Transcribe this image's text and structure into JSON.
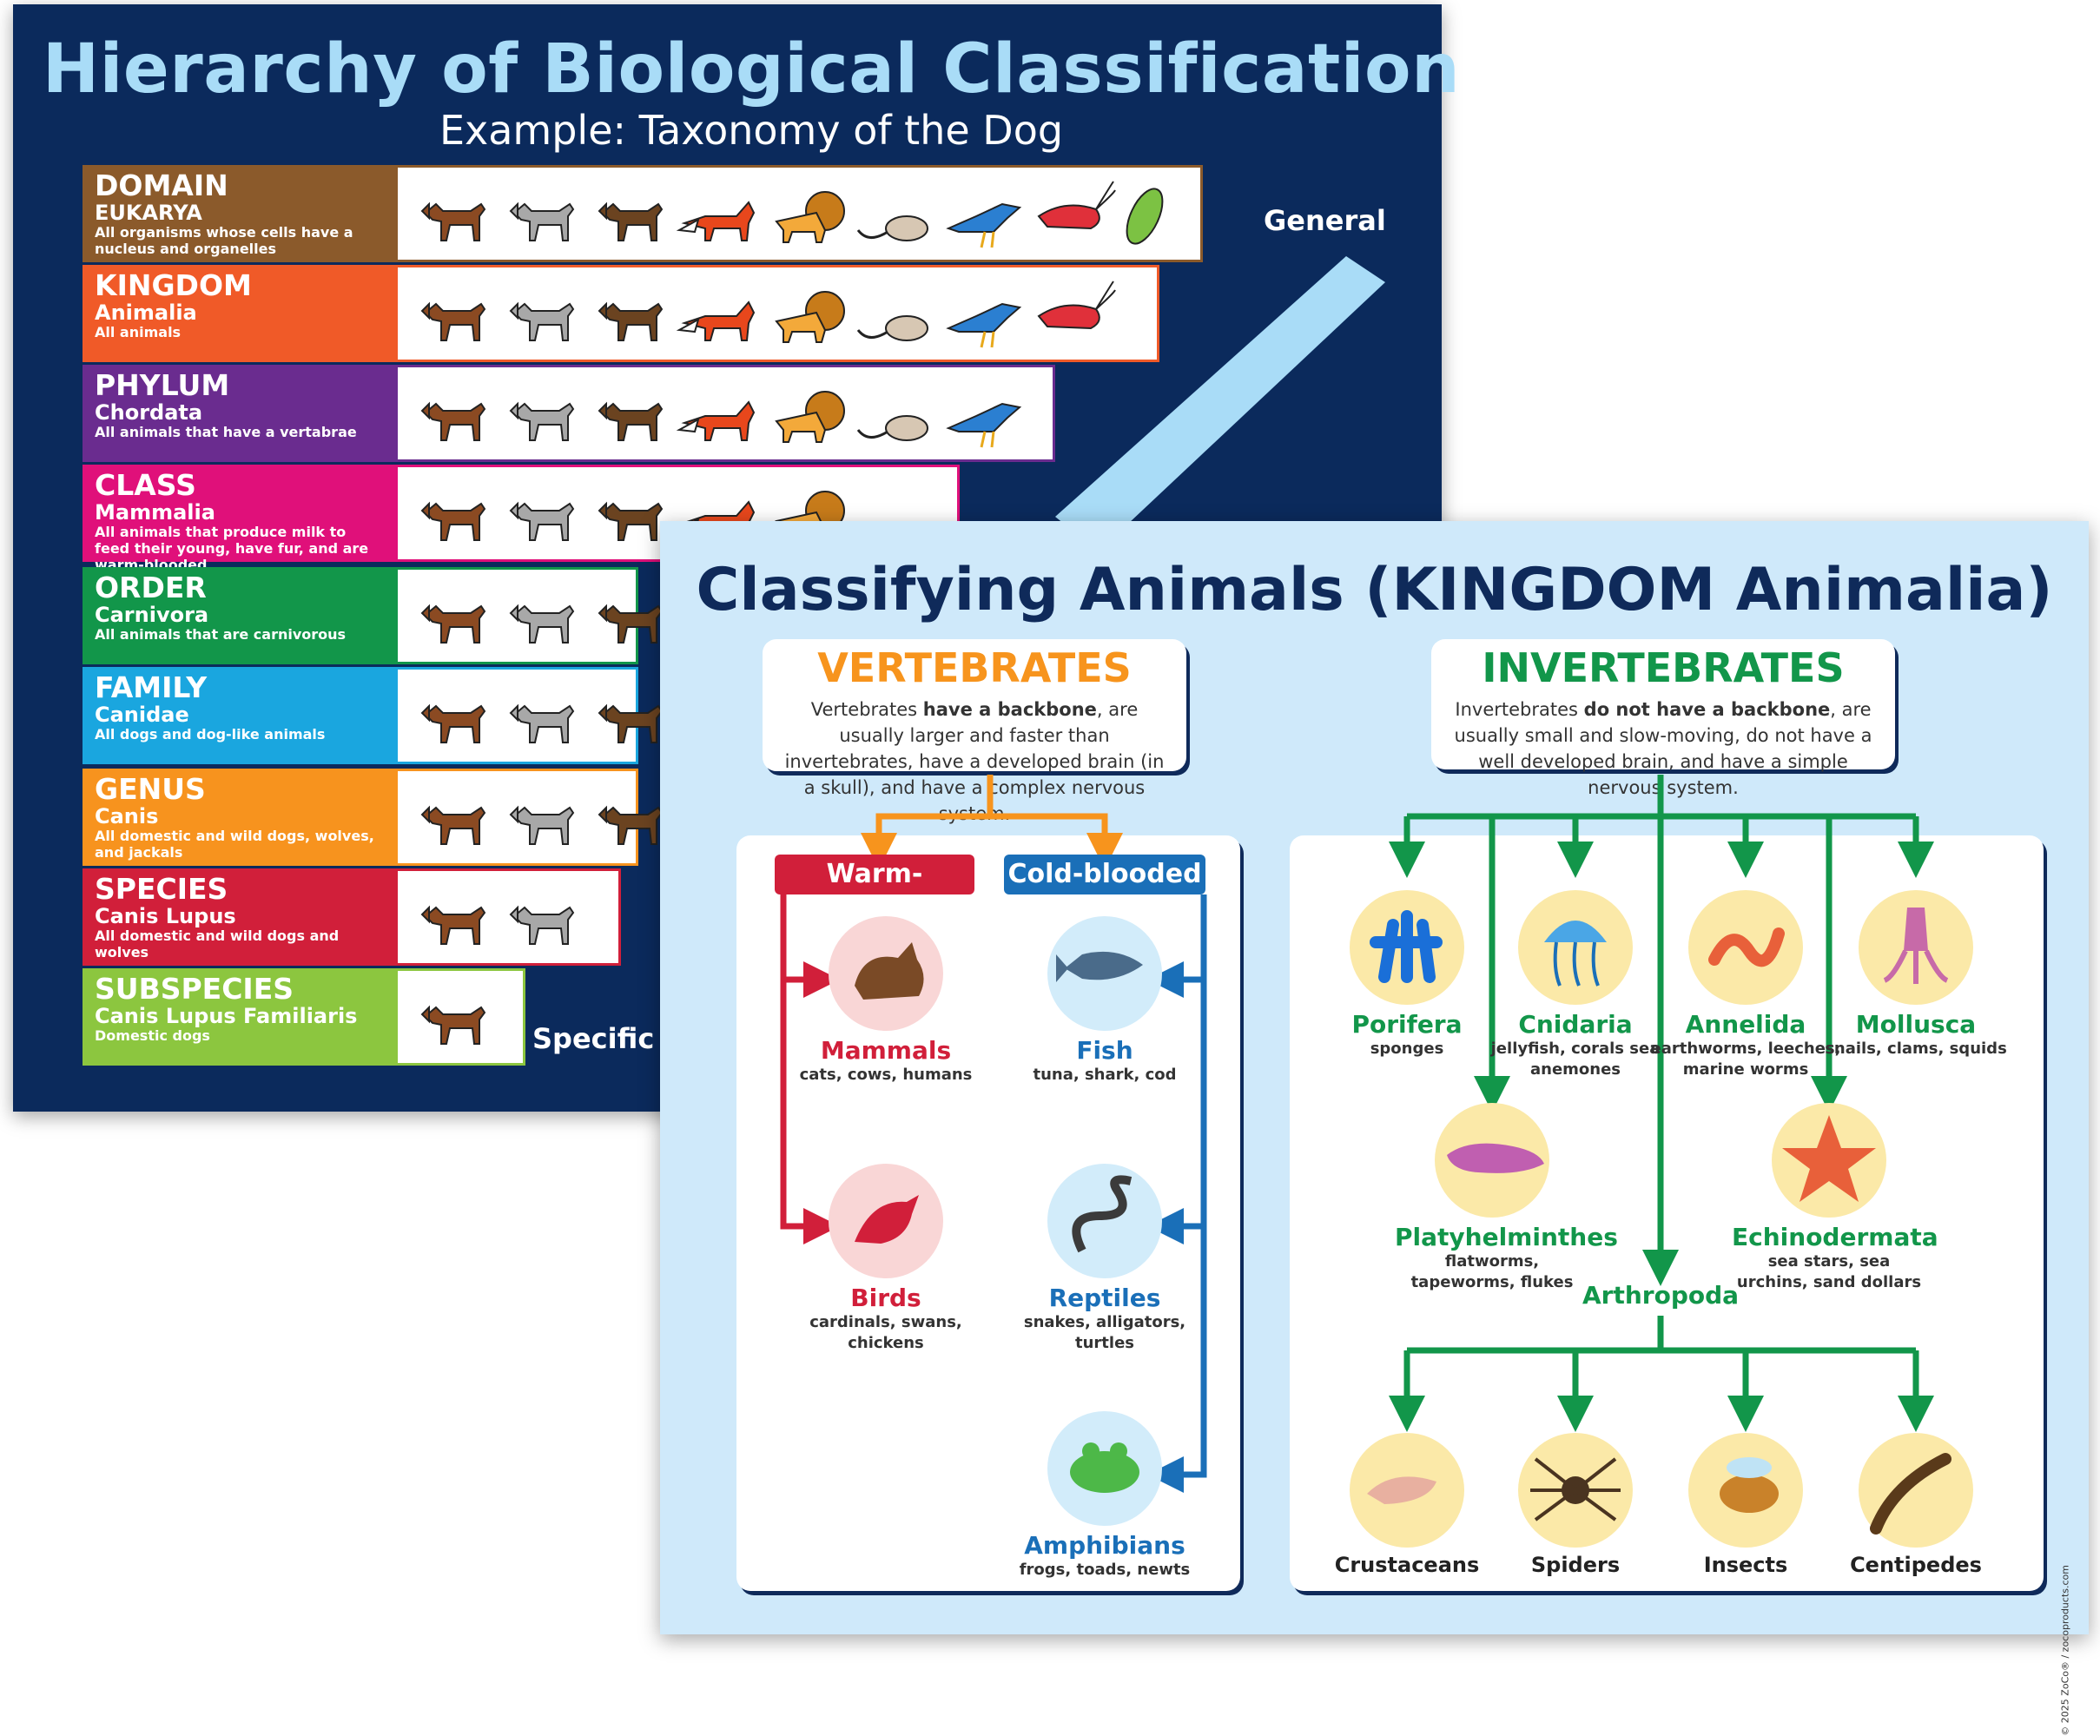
{
  "poster1": {
    "title": "Hierarchy of Biological Classification",
    "subtitle": "Example: Taxonomy of the Dog",
    "general_label": "General",
    "specific_label": "Specific",
    "ranks": [
      {
        "name": "DOMAIN",
        "taxon": "EUKARYA",
        "desc": "All organisms whose cells have a nucleus and organelles",
        "color": "#8b5a2b"
      },
      {
        "name": "KINGDOM",
        "taxon": "Animalia",
        "desc": "All animals",
        "color": "#f05a28"
      },
      {
        "name": "PHYLUM",
        "taxon": "Chordata",
        "desc": "All animals that have a vertabrae",
        "color": "#6a2c8f"
      },
      {
        "name": "CLASS",
        "taxon": "Mammalia",
        "desc": "All animals that produce milk to feed their young, have fur, and are warm-blooded",
        "color": "#e0107a"
      },
      {
        "name": "ORDER",
        "taxon": "Carnivora",
        "desc": "All animals that are carnivorous",
        "color": "#12964a"
      },
      {
        "name": "FAMILY",
        "taxon": "Canidae",
        "desc": "All dogs and dog-like animals",
        "color": "#1aa6df"
      },
      {
        "name": "GENUS",
        "taxon": "Canis",
        "desc": "All domestic and wild dogs, wolves, and jackals",
        "color": "#f7931e"
      },
      {
        "name": "SPECIES",
        "taxon": "Canis Lupus",
        "desc": "All domestic and wild dogs and wolves",
        "color": "#d11f3a"
      },
      {
        "name": "SUBSPECIES",
        "taxon": "Canis Lupus Familiaris",
        "desc": "Domestic dogs",
        "color": "#8cc63f"
      }
    ]
  },
  "poster2": {
    "title": "Classifying Animals (KINGDOM Animalia)",
    "vertebrates": {
      "title": "VERTEBRATES",
      "desc_pre": "Vertebrates ",
      "desc_bold": "have a backbone",
      "desc_post": ", are usually larger and faster than invertebrates, have a developed brain (in a skull), and have a complex nervous system."
    },
    "invertebrates": {
      "title": "INVERTEBRATES",
      "desc_pre": "Invertebrates ",
      "desc_bold": "do not have a backbone",
      "desc_post": ", are usually small and slow-moving, do not have a well developed brain, and have a simple nervous system."
    },
    "warm_label": "Warm-blooded",
    "cold_label": "Cold-blooded",
    "vertebrate_groups": [
      {
        "name": "Mammals",
        "examples": "cats, cows, humans",
        "icon": "cat-icon"
      },
      {
        "name": "Fish",
        "examples": "tuna, shark, cod",
        "icon": "fish-icon"
      },
      {
        "name": "Birds",
        "examples": "cardinals, swans, chickens",
        "icon": "cardinal-icon"
      },
      {
        "name": "Reptiles",
        "examples": "snakes, alligators, turtles",
        "icon": "snake-icon"
      },
      {
        "name": "Amphibians",
        "examples": "frogs, toads, newts",
        "icon": "frog-icon"
      }
    ],
    "invertebrate_groups": [
      {
        "name": "Porifera",
        "examples": "sponges",
        "icon": "sponge-icon"
      },
      {
        "name": "Cnidaria",
        "examples": "jellyfish, corals sea anemones",
        "icon": "jellyfish-icon"
      },
      {
        "name": "Annelida",
        "examples": "earthworms, leeches, marine worms",
        "icon": "worm-icon"
      },
      {
        "name": "Mollusca",
        "examples": "snails, clams, squids",
        "icon": "squid-icon"
      },
      {
        "name": "Platyhelminthes",
        "examples": "flatworms, tapeworms, flukes",
        "icon": "flatworm-icon"
      },
      {
        "name": "Echinodermata",
        "examples": "sea stars, sea urchins, sand dollars",
        "icon": "starfish-icon"
      }
    ],
    "arthropoda_label": "Arthropoda",
    "arthropod_groups": [
      {
        "name": "Crustaceans",
        "icon": "shrimp-icon"
      },
      {
        "name": "Spiders",
        "icon": "spider-icon"
      },
      {
        "name": "Insects",
        "icon": "bee-icon"
      },
      {
        "name": "Centipedes",
        "icon": "centipede-icon"
      }
    ],
    "copyright": "© 2025 ZoCo® / zocoproducts.com",
    "colors": {
      "navy": "#0f2a5a",
      "orange": "#f7941d",
      "green": "#12964a",
      "red": "#d11f3a",
      "blue": "#1a6fb8"
    }
  }
}
